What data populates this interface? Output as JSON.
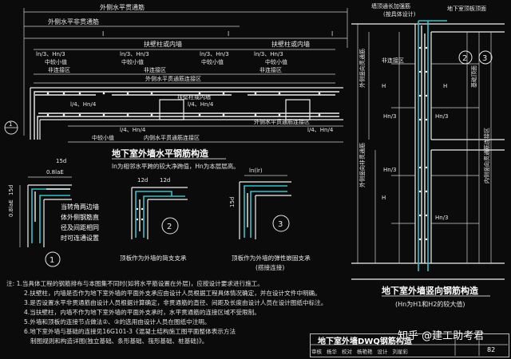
{
  "horizontal": {
    "top_labels": [
      "外侧水平贯通筋",
      "外侧水平非贯通筋"
    ],
    "span_labels": [
      "l",
      "l",
      "l"
    ],
    "pillar_labels": [
      "扶壁柱或内墙",
      "扶壁柱或内墙"
    ],
    "zone_formula": [
      "ln/3、Hn/3",
      "ln/3、Hn/3",
      "ln/3、Hn/3",
      "ln/3、Hn/3"
    ],
    "small_value": "中较小值",
    "non_lap_zone": [
      "非连接区",
      "非连接区",
      "非连接区"
    ],
    "lap_zone": "外侧水平贯通筋连接区",
    "quarter_formula": [
      "l/4、Hn/4",
      "l/4、Hn/4",
      "l/4、Hn/4",
      "l/4、Hn/4"
    ],
    "inner_lap": "内侧水平贯通筋连接区",
    "bottom_label": "外侧水平贯通筋连接区",
    "circle_mark": "1",
    "title": "地下室外墙水平钢筋构造",
    "subtitle": "ln为相邻水平跨的较大净跨值，Hn为本层层高。"
  },
  "details": {
    "dims": [
      "15d",
      "0.8laE",
      "0.8laE",
      "15d",
      "12d",
      "12d",
      "ln(lr)",
      "15d"
    ],
    "detail1_note": [
      "当转角两边墙",
      "体外侧钢筋直",
      "径及间距相同",
      "时可连通设置"
    ],
    "nums": [
      "1",
      "2",
      "3"
    ],
    "cap2": "顶板作为外墙的简支支承",
    "cap3": [
      "顶板作为外墙的弹性嵌固支承",
      "(搭接连接)"
    ]
  },
  "vertical": {
    "top_labels": [
      "墙顶通长加强筋",
      "(按具体设计)",
      "地下室顶板顶面"
    ],
    "circle_marks": [
      "2",
      "3"
    ],
    "h_labels": [
      "H",
      "H",
      "H"
    ],
    "side_labels": [
      "外侧竖向贯通筋",
      "外侧竖向非贯通筋",
      "内侧竖向贯通筋连接区",
      "基础顶面"
    ],
    "zone_labels": [
      "非连接区",
      "Hn/3",
      "Hn/3",
      "Hn/3",
      "Hn/3"
    ],
    "title": "地下室外墙竖向钢筋构造",
    "subtitle": "(Hn为H1和H2的较大值)"
  },
  "notes": [
    "注: 1.当具体工程的钢筋排布与本图集不同时(如将水平筋设置在外层)，应按设计要求进行施工。",
    "2.扶壁柱，内墙是否作为地下室外墙的平面外支承应由设计人员根据工程具体情况确定，并在设计文件中明确。",
    "3.是否设置水平非贯通筋由设计人员根据计算确定，非贯通筋的直径、间距及长度由设计人员在设计图纸中标注。",
    "4.当扶壁柱，内墙不作为地下室外墙的平面外支承时，水平贯通筋的连接区域不受限制。",
    "5.外墙和顶板的连接节点做法②、③的选用由设计人员在图纸中注明。",
    "6.地下室外墙与基础的连接见16G101-3《混凝土结构施工图平面整体表示方法",
    "制图规则和构造详图(独立基础、条形基础、筏形基础、桩基础)》。"
  ],
  "footer": {
    "title": "地下室外墙DWQ钢筋构造",
    "row": [
      "审核",
      "杨华",
      "校对",
      "杨艳艳",
      "设计",
      "刘星彩"
    ],
    "page": "82",
    "watermark": "知乎 @建工助考君"
  }
}
